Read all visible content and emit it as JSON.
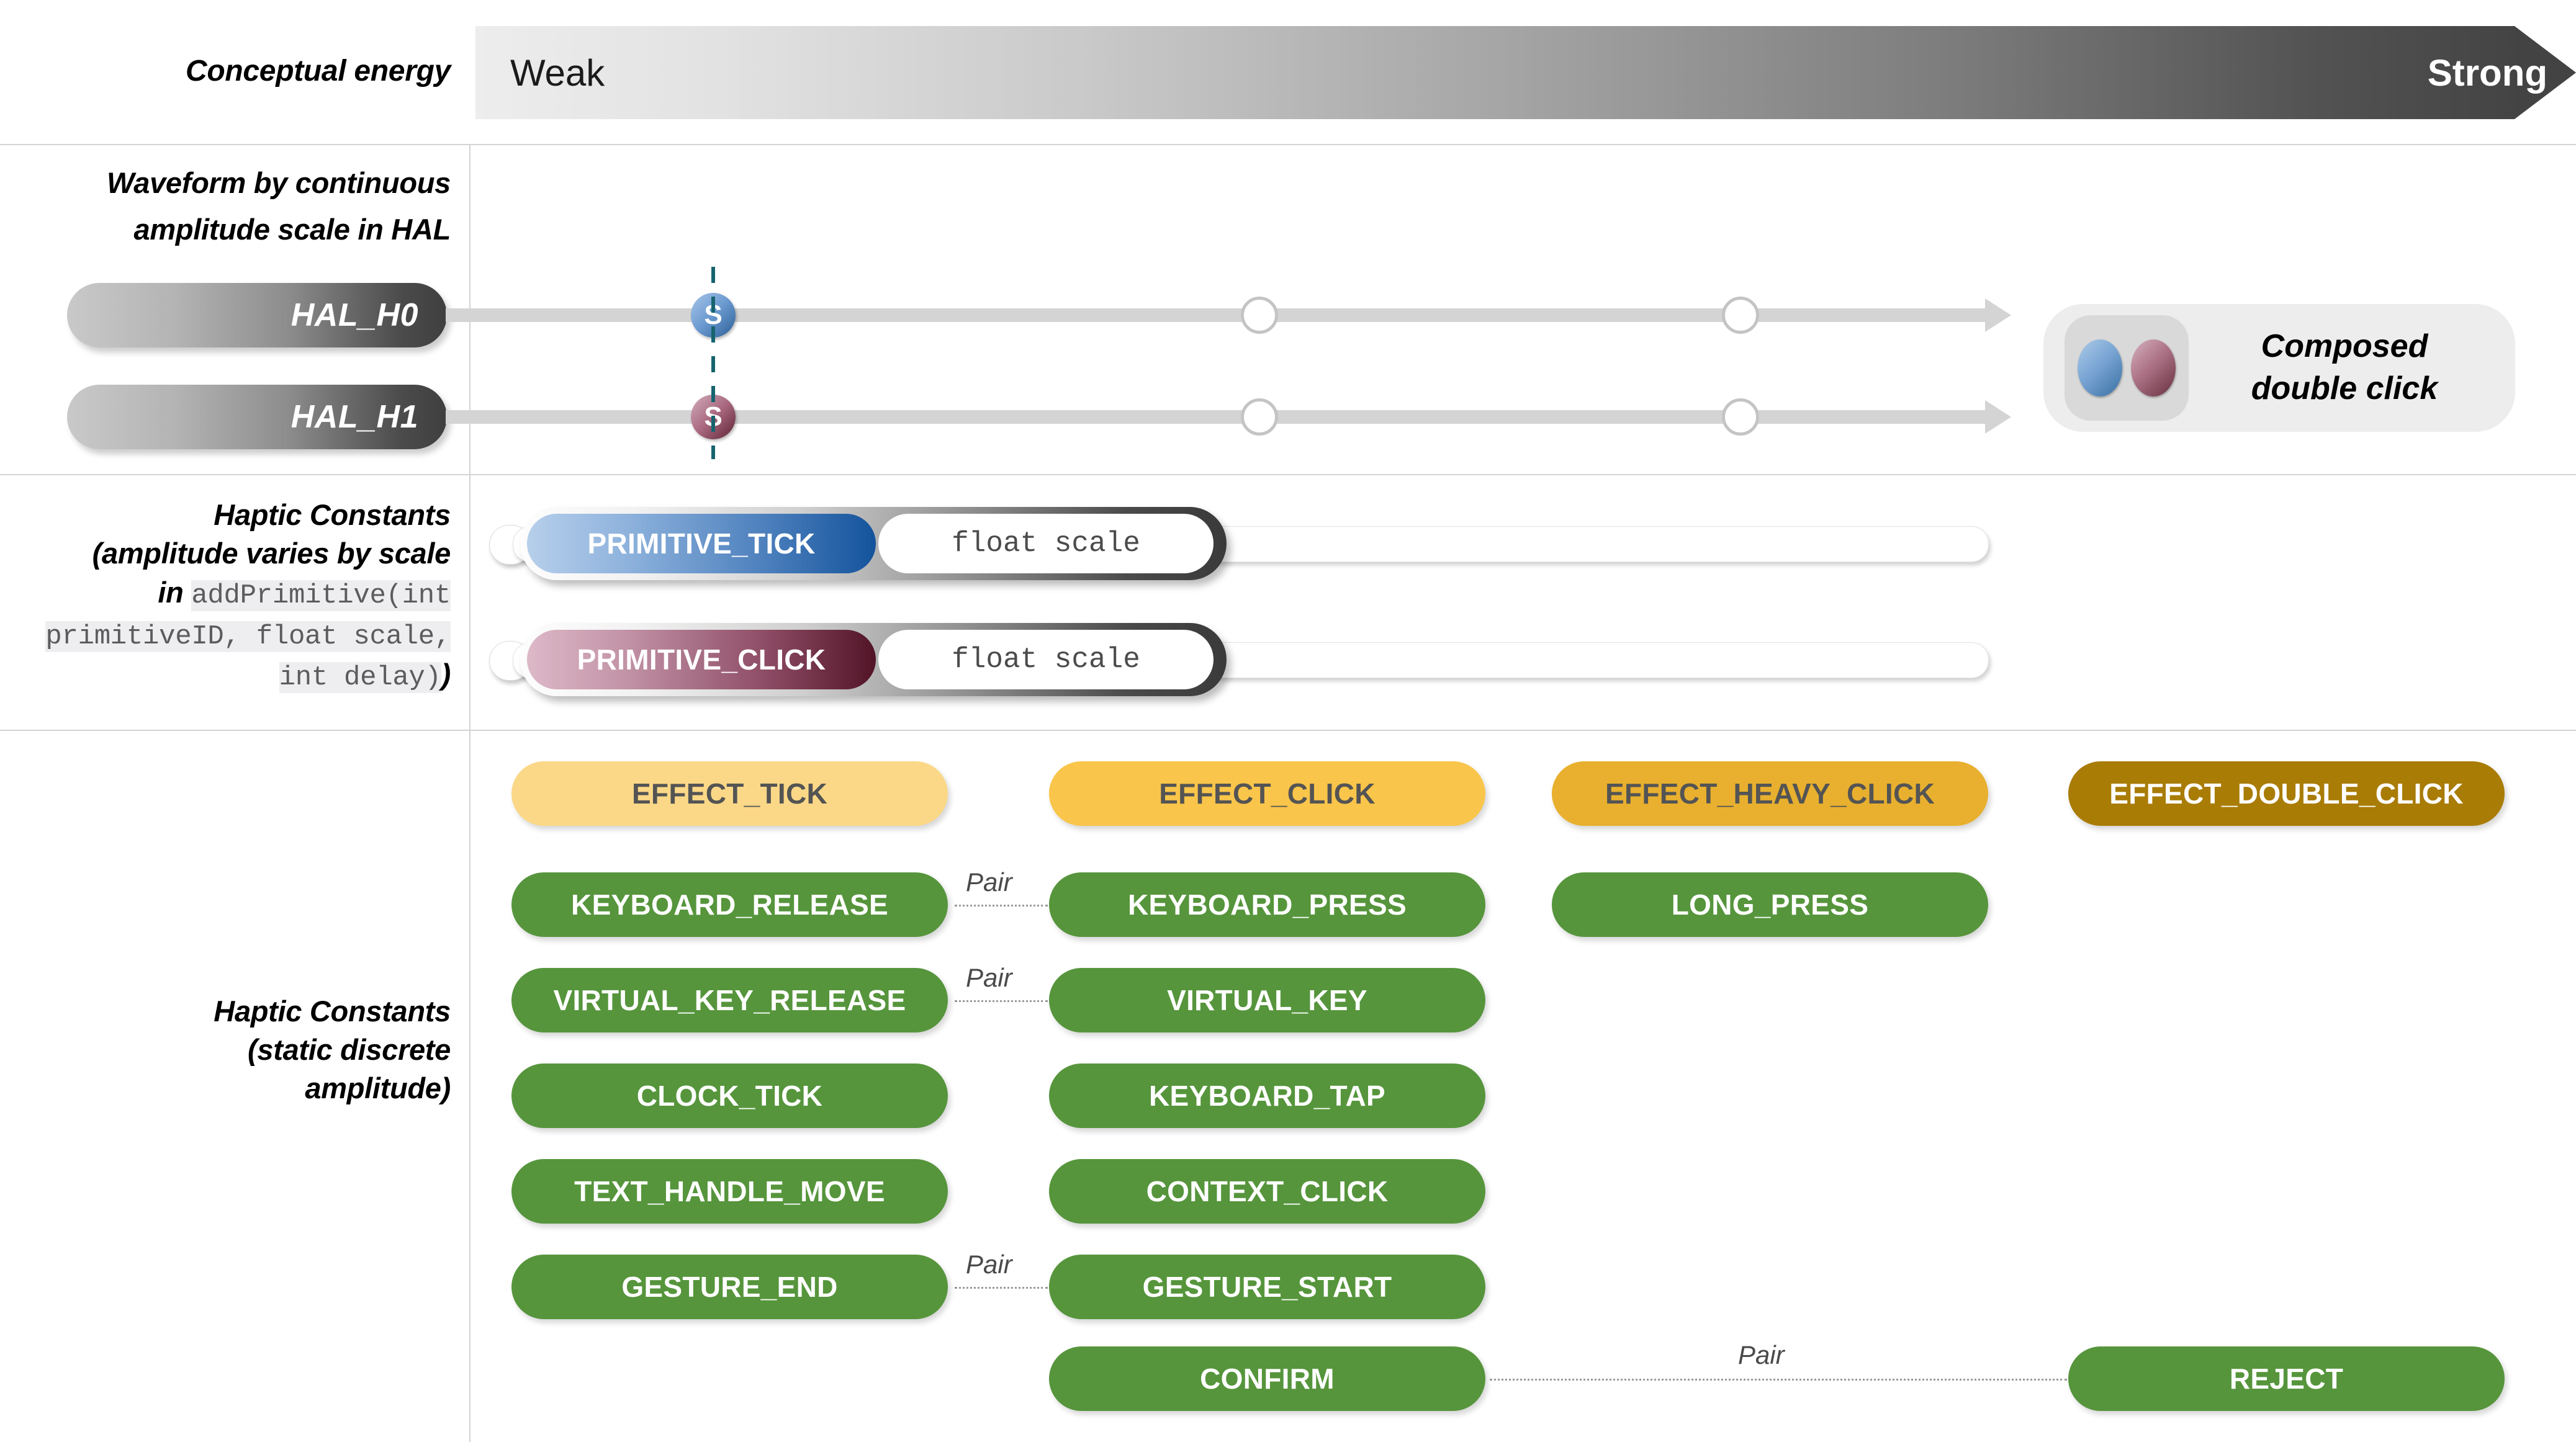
{
  "sections": {
    "energy": {
      "label": "Conceptual energy",
      "weak": "Weak",
      "strong": "Strong"
    },
    "waveform": {
      "label_line1": "Waveform by continuous",
      "label_line2": "amplitude scale in HAL",
      "rows": [
        {
          "name": "HAL_H0",
          "marker": "S",
          "marker_color": "#4d80bd"
        },
        {
          "name": "HAL_H1",
          "marker": "S",
          "marker_color": "#8e4d66"
        }
      ],
      "composed": {
        "line1": "Composed",
        "line2": "double click"
      }
    },
    "primitives": {
      "label_line1": "Haptic Constants",
      "label_line2": "(amplitude varies by scale",
      "label_line3_prefix": "in ",
      "label_code": "addPrimitive(int primitiveID, float scale, int delay)",
      "label_suffix": ")",
      "rows": [
        {
          "name": "PRIMITIVE_TICK",
          "value": "float scale",
          "color": "#4d80bd"
        },
        {
          "name": "PRIMITIVE_CLICK",
          "value": "float scale",
          "color": "#8e4d66"
        }
      ]
    },
    "constants": {
      "label_line1": "Haptic Constants",
      "label_line2": "(static discrete",
      "label_line3": "amplitude)",
      "effects": [
        {
          "label": "EFFECT_TICK",
          "bg": "#fbd887",
          "fg": "#545454"
        },
        {
          "label": "EFFECT_CLICK",
          "bg": "#f9c council",
          "fg": "#545454"
        },
        {
          "label": "EFFECT_HEAVY_CLICK",
          "bg": "#e8ae2a",
          "fg": "#545454"
        },
        {
          "label": "EFFECT_DOUBLE_CLICK",
          "bg": "#a97c06",
          "fg": "#ffffff"
        }
      ],
      "effects_fixed": [
        {
          "label": "EFFECT_TICK",
          "bg": "#fbd887",
          "fg": "#545454"
        },
        {
          "label": "EFFECT_CLICK",
          "bg": "#f9c54a",
          "fg": "#545454"
        },
        {
          "label": "EFFECT_HEAVY_CLICK",
          "bg": "#e8b02e",
          "fg": "#545454"
        },
        {
          "label": "EFFECT_DOUBLE_CLICK",
          "bg": "#a97c06",
          "fg": "#ffffff"
        }
      ],
      "green": "#56953c",
      "col1": [
        "KEYBOARD_RELEASE",
        "VIRTUAL_KEY_RELEASE",
        "CLOCK_TICK",
        "TEXT_HANDLE_MOVE",
        "GESTURE_END"
      ],
      "col2": [
        "KEYBOARD_PRESS",
        "VIRTUAL_KEY",
        "KEYBOARD_TAP",
        "CONTEXT_CLICK",
        "GESTURE_START",
        "CONFIRM"
      ],
      "col3": [
        "LONG_PRESS"
      ],
      "col4": [
        "REJECT"
      ],
      "pair_label": "Pair",
      "pairs": [
        "Pair",
        "Pair",
        "Pair",
        "Pair"
      ]
    }
  }
}
